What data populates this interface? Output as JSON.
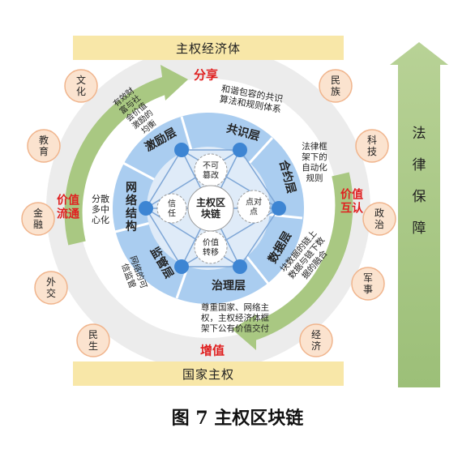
{
  "top_bar": "主权经济体",
  "bottom_bar": "国家主权",
  "caption": "图 7  主权区块链",
  "right_arrow": [
    "法",
    "律",
    "保",
    "障"
  ],
  "red_labels": {
    "share": "分享",
    "add_value": "增值",
    "value_flow": [
      "价值",
      "流通"
    ],
    "value_interact": [
      "价值",
      "互认"
    ]
  },
  "outer_circles": [
    {
      "lines": [
        "文",
        "化"
      ]
    },
    {
      "lines": [
        "民",
        "族"
      ]
    },
    {
      "lines": [
        "教",
        "育"
      ]
    },
    {
      "lines": [
        "科",
        "技"
      ]
    },
    {
      "lines": [
        "金",
        "融"
      ]
    },
    {
      "lines": [
        "政",
        "治"
      ]
    },
    {
      "lines": [
        "外",
        "交"
      ]
    },
    {
      "lines": [
        "军",
        "事"
      ]
    },
    {
      "lines": [
        "民",
        "生"
      ]
    },
    {
      "lines": [
        "经",
        "济"
      ]
    }
  ],
  "layers": {
    "consensus": "共识层",
    "contract": "合约层",
    "data": "数据层",
    "governance": "治理层",
    "supervision": "监管层",
    "incentive": "激励层",
    "network": "网络结构"
  },
  "descriptions": {
    "consensus": [
      "和谐包容的共识",
      "算法和规则体系"
    ],
    "contract": [
      "法律框",
      "架下的",
      "自动化",
      "规则"
    ],
    "data": [
      "块数据的链上",
      "数据与链下数",
      "据的融合"
    ],
    "governance": [
      "尊重国家、网络主",
      "权，主权经济体框",
      "架下公有价值交付"
    ],
    "supervision": [
      "网络的可",
      "信监管"
    ],
    "incentive": [
      "有效财",
      "富与社",
      "会价值",
      "激励的",
      "均衡"
    ],
    "network": [
      "分散",
      "多中",
      "心化"
    ]
  },
  "center": {
    "core": [
      "主权区",
      "块链"
    ],
    "immutable": [
      "不可",
      "篡改"
    ],
    "p2p": [
      "点对",
      "点"
    ],
    "transfer": [
      "价值",
      "转移"
    ],
    "trust": [
      "信",
      "任"
    ]
  },
  "colors": {
    "yellow_bar": "#f8e7a8",
    "green_arrow": "#a4c47e",
    "outer_ring": "#e8e8e8",
    "circle_fill": "#fbe3cf",
    "circle_stroke": "#f0b48c",
    "layer_ring": "#a9cdee",
    "inner_ring": "#dbe9f7",
    "node_blue": "#3d85d3",
    "red_text": "#e02020"
  }
}
